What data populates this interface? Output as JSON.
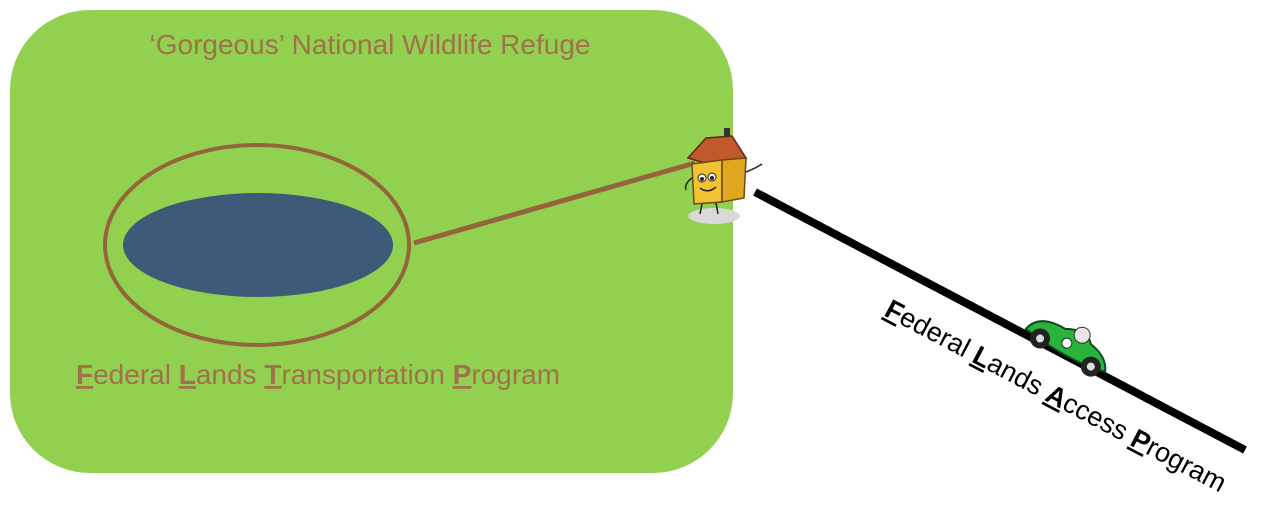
{
  "refuge": {
    "title": "‘Gorgeous’ National Wildlife Refuge",
    "fill_color": "#92d050",
    "text_color": "#a0714a"
  },
  "lake": {
    "water_color": "#3d5a78",
    "ring_color": "#94643b"
  },
  "fltp": {
    "words": [
      {
        "initial": "F",
        "rest": "ederal "
      },
      {
        "initial": "L",
        "rest": "ands "
      },
      {
        "initial": "T",
        "rest": "ransportation "
      },
      {
        "initial": "P",
        "rest": "rogram"
      }
    ]
  },
  "flap": {
    "words": [
      {
        "initial": "F",
        "rest": "ederal "
      },
      {
        "initial": "L",
        "rest": "ands "
      },
      {
        "initial": "A",
        "rest": "ccess "
      },
      {
        "initial": "P",
        "rest": "rogram"
      }
    ],
    "road_color": "#000000"
  },
  "icons": {
    "house": "house-character-icon",
    "car": "race-car-icon"
  }
}
